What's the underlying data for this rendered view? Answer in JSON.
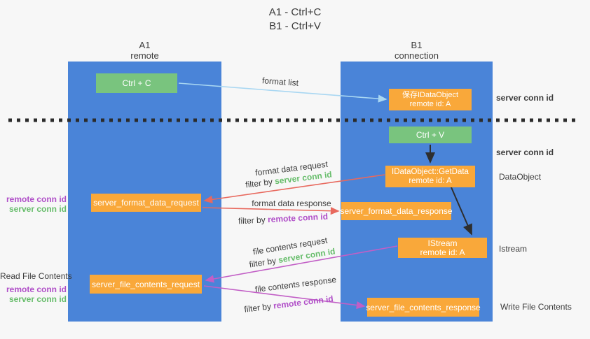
{
  "title": {
    "line1": "A1 - Ctrl+C",
    "line2": "B1 - Ctrl+V"
  },
  "columns": {
    "left": {
      "name": "A1",
      "sub": "remote"
    },
    "right": {
      "name": "B1",
      "sub": "connection"
    }
  },
  "boxes": {
    "ctrl_c": "Ctrl + C",
    "ctrl_v": "Ctrl + V",
    "save_dataobject": {
      "line1": "保存IDataObject",
      "line2": "remote id: A"
    },
    "getdata": {
      "line1": "IDataObject::GetData",
      "line2": "remote id: A"
    },
    "istream": {
      "line1": "IStream",
      "line2": "remote id: A"
    },
    "format_request": "server_format_data_request",
    "format_response": "server_format_data_response",
    "file_request": "server_file_contents_request",
    "file_response": "server_file_contents_response"
  },
  "arrow_labels": {
    "format_list": "format list",
    "format_data_request": "format data request",
    "format_data_response": "format data response",
    "file_contents_request": "file contents request",
    "file_contents_response": "file contents response",
    "filter_by": "filter by",
    "server_conn_id": "server conn id",
    "remote_conn_id": "remote conn id"
  },
  "side_labels": {
    "server_conn_id_top": "server conn id",
    "server_conn_id_mid": "server conn id",
    "dataobject": "DataObject",
    "istream": "Istream",
    "read_file_contents": "Read File Contents",
    "write_file_contents": "Write File Contents",
    "left_format_remote": "remote conn id",
    "left_format_server": "server conn id",
    "left_file_remote": "remote conn id",
    "left_file_server": "server conn id"
  },
  "colors": {
    "lifeline_blue": "#4a84d8",
    "box_green": "#79c47e",
    "box_orange": "#f9a83a",
    "arrow_light_blue": "#a9d7f2",
    "arrow_salmon": "#e8695e",
    "arrow_magenta": "#c25fc6",
    "arrow_black": "#2e2e2e",
    "text_green": "#67bd6b",
    "text_purple": "#b04fc8"
  }
}
